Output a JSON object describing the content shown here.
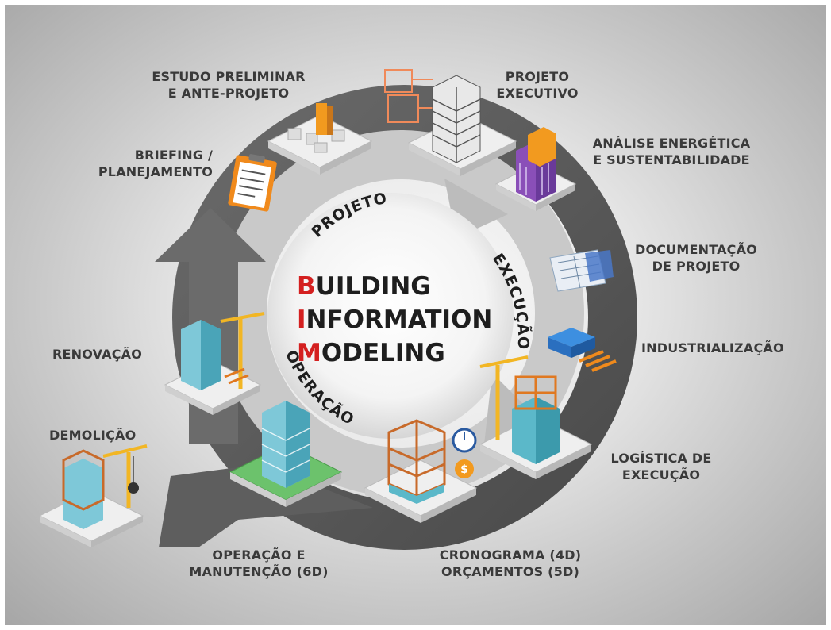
{
  "center": {
    "lines": [
      {
        "initial": "B",
        "rest": "UILDING"
      },
      {
        "initial": "I",
        "rest": "NFORMATION"
      },
      {
        "initial": "M",
        "rest": "ODELING"
      }
    ]
  },
  "phases": {
    "projeto": "PROJETO",
    "execucao": "EXECUÇÃO",
    "operacao": "OPERAÇÃO"
  },
  "stages": [
    {
      "id": "estudo",
      "lines": [
        "ESTUDO PRELIMINAR",
        "E ANTE-PROJETO"
      ]
    },
    {
      "id": "projeto-executivo",
      "lines": [
        "PROJETO",
        "EXECUTIVO"
      ]
    },
    {
      "id": "analise",
      "lines": [
        "ANÁLISE ENERGÉTICA",
        "E SUSTENTABILIDADE"
      ]
    },
    {
      "id": "documentacao",
      "lines": [
        "DOCUMENTAÇÃO",
        "DE PROJETO"
      ]
    },
    {
      "id": "industrializacao",
      "lines": [
        "INDUSTRIALIZAÇÃO"
      ]
    },
    {
      "id": "logistica",
      "lines": [
        "LOGÍSTICA DE",
        "EXECUÇÃO"
      ]
    },
    {
      "id": "cronograma",
      "lines": [
        "CRONOGRAMA (4D)",
        "ORÇAMENTOS (5D)"
      ]
    },
    {
      "id": "operacao-manutencao",
      "lines": [
        "OPERAÇÃO E",
        "MANUTENÇÃO (6D)"
      ]
    },
    {
      "id": "demolicao",
      "lines": [
        "DEMOLIÇÃO"
      ]
    },
    {
      "id": "renovacao",
      "lines": [
        "RENOVAÇÃO"
      ]
    },
    {
      "id": "briefing",
      "lines": [
        "BRIEFING /",
        "PLANEJAMENTO"
      ]
    }
  ],
  "colors": {
    "accent_red": "#d42020",
    "ring_dark": "#5a5a5a",
    "ring_light": "#c4c4c4",
    "orange": "#f0a020",
    "building_teal": "#5bb8c9",
    "purple": "#8a4fb8",
    "text": "#3a3a3a"
  },
  "icons": {
    "estudo": "massing-model-icon",
    "projeto-executivo": "highrise-blueprint-icon",
    "analise": "energy-tower-icon",
    "documentacao": "blueprint-sheet-icon",
    "industrializacao": "prefab-module-icon",
    "logistica": "crane-construction-icon",
    "cronograma": "stopwatch-budget-icon",
    "operacao-manutencao": "finished-building-icon",
    "demolicao": "wrecking-ball-icon",
    "renovacao": "renovation-crane-icon",
    "briefing": "clipboard-icon"
  }
}
